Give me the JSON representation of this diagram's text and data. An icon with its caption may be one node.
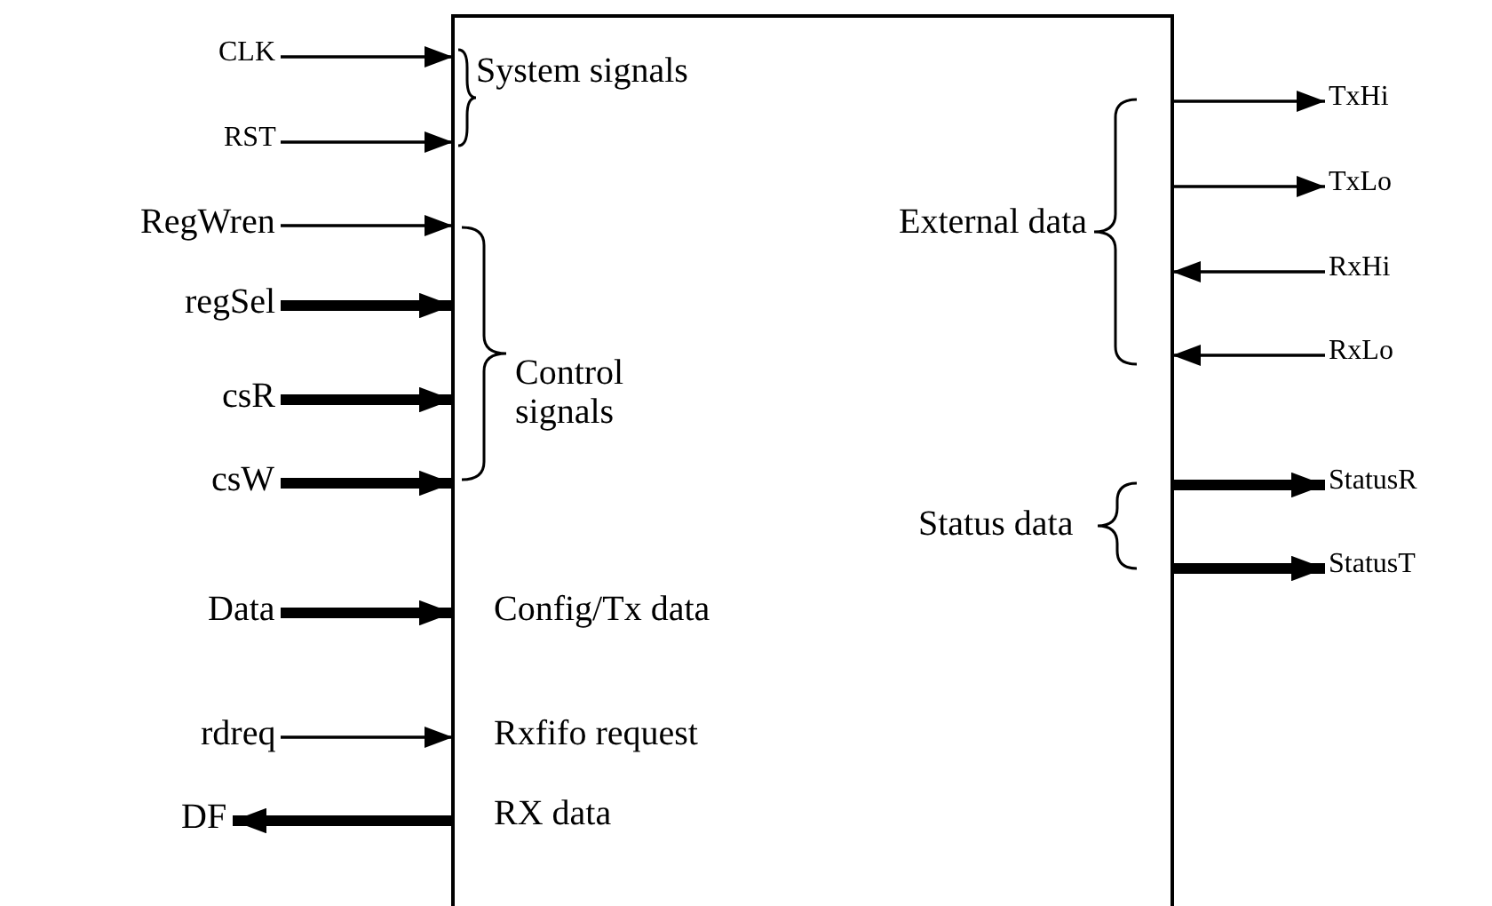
{
  "diagram": {
    "nodes": [
      {
        "text": [],
        "shape": "box"
      },
      {
        "text": [
          "CLK"
        ]
      },
      {
        "text": [
          "RST"
        ]
      },
      {
        "text": [
          "RegWren"
        ]
      },
      {
        "text": [
          "regSel"
        ]
      },
      {
        "text": [
          "csR"
        ]
      },
      {
        "text": [
          "csW"
        ]
      },
      {
        "text": [
          "Data"
        ]
      },
      {
        "text": [
          "rdreq"
        ]
      },
      {
        "text": [
          "DF"
        ]
      },
      {
        "text": [
          "TxHi"
        ]
      },
      {
        "text": [
          "TxLo"
        ]
      },
      {
        "text": [
          "RxHi"
        ]
      },
      {
        "text": [
          "RxLo"
        ]
      },
      {
        "text": [
          "StatusR"
        ]
      },
      {
        "text": [
          "StatusT"
        ]
      }
    ],
    "edges": [
      {
        "from": 1,
        "to": 0,
        "arrow": "to"
      },
      {
        "from": 2,
        "to": 0,
        "arrow": "to"
      },
      {
        "from": 3,
        "to": 0,
        "arrow": "to"
      },
      {
        "from": 4,
        "to": 0,
        "arrow": "to",
        "style": "thick"
      },
      {
        "from": 5,
        "to": 0,
        "arrow": "to",
        "style": "thick"
      },
      {
        "from": 6,
        "to": 0,
        "arrow": "to",
        "style": "thick"
      },
      {
        "from": 7,
        "to": 0,
        "arrow": "to",
        "style": "thick"
      },
      {
        "from": 8,
        "to": 0,
        "arrow": "to"
      },
      {
        "from": 0,
        "to": 9,
        "arrow": "to",
        "style": "thick"
      },
      {
        "from": 0,
        "to": 10,
        "arrow": "to"
      },
      {
        "from": 0,
        "to": 11,
        "arrow": "to"
      },
      {
        "from": 12,
        "to": 0,
        "arrow": "to"
      },
      {
        "from": 13,
        "to": 0,
        "arrow": "to"
      },
      {
        "from": 0,
        "to": 14,
        "arrow": "to",
        "style": "thick"
      },
      {
        "from": 0,
        "to": 15,
        "arrow": "to",
        "style": "thick"
      }
    ],
    "labels": [
      "System signals",
      "External data",
      "Control signals",
      "Status data",
      "Config/Tx data",
      "Rxfifo request",
      "RX data"
    ]
  }
}
